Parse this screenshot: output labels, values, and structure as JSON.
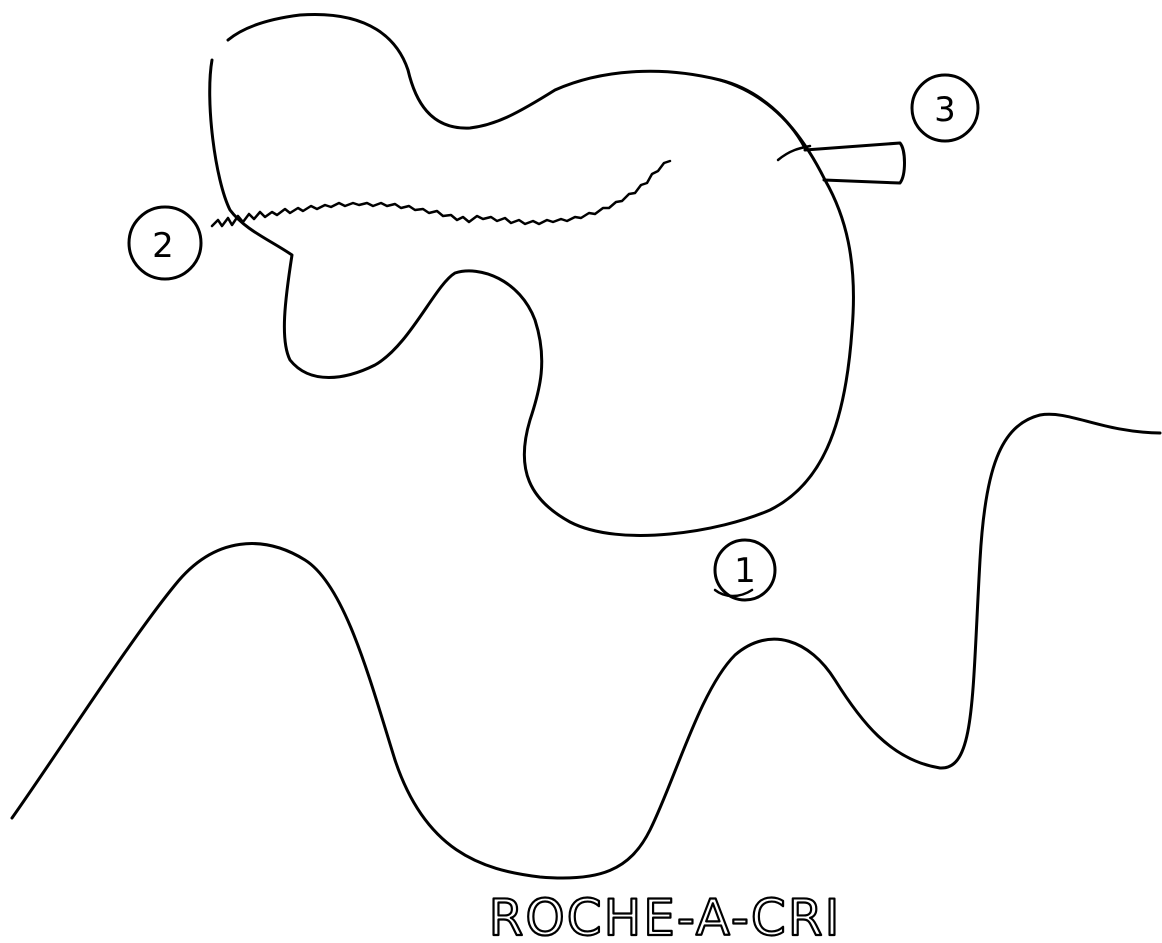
{
  "title": "ROCHE-A-CRI",
  "markers": [
    {
      "label": "1"
    },
    {
      "label": "2"
    },
    {
      "label": "3"
    }
  ]
}
